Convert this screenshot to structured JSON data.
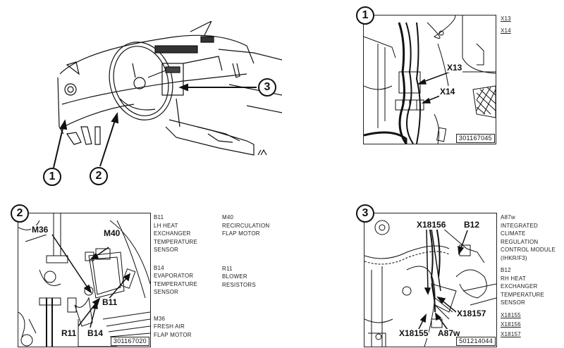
{
  "overview": {
    "callouts": [
      "1",
      "2",
      "3"
    ]
  },
  "panel1": {
    "number": "1",
    "labels": [
      "X13",
      "X14"
    ],
    "ref_code": "301167045",
    "legend": [
      "X13",
      "X14"
    ]
  },
  "panel2": {
    "number": "2",
    "labels": [
      "M36",
      "M40",
      "B11",
      "R11",
      "B14"
    ],
    "ref_code": "301167020",
    "legend_col1": [
      {
        "code": "B11",
        "desc": [
          "LH HEAT",
          "EXCHANGER",
          "TEMPERATURE",
          "SENSOR"
        ]
      },
      {
        "code": "B14",
        "desc": [
          "EVAPORATOR",
          "TEMPERATURE",
          "SENSOR"
        ]
      },
      {
        "code": "M36",
        "desc": [
          "FRESH AIR",
          "FLAP MOTOR"
        ]
      }
    ],
    "legend_col2": [
      {
        "code": "M40",
        "desc": [
          "RECIRCULATION",
          "FLAP MOTOR"
        ]
      },
      {
        "code": "R11",
        "desc": [
          "BLOWER",
          "RESISTORS"
        ]
      }
    ]
  },
  "panel3": {
    "number": "3",
    "labels": [
      "X18156",
      "B12",
      "X18157",
      "X18155",
      "A87w"
    ],
    "ref_code": "501214044",
    "legend": [
      {
        "code": "A87w",
        "desc": [
          "INTEGRATED",
          "CLIMATE",
          "REGULATION",
          "CONTROL MODULE",
          "(IHKR/F3)"
        ]
      },
      {
        "code": "B12",
        "desc": [
          "RH HEAT",
          "EXCHANGER",
          "TEMPERATURE",
          "SENSOR"
        ]
      }
    ],
    "legend_connectors": [
      "X18155",
      "X18156",
      "X18157"
    ]
  }
}
